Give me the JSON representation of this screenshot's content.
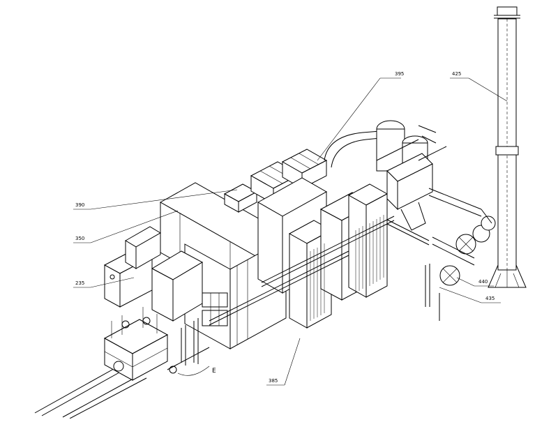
{
  "drawing": {
    "callouts": [
      {
        "id": "395",
        "label": "395"
      },
      {
        "id": "425",
        "label": "425"
      },
      {
        "id": "390",
        "label": "390"
      },
      {
        "id": "350",
        "label": "350"
      },
      {
        "id": "235",
        "label": "235"
      },
      {
        "id": "440",
        "label": "440"
      },
      {
        "id": "435",
        "label": "435"
      },
      {
        "id": "385",
        "label": "385"
      }
    ],
    "detail_marker": "E",
    "colors": {
      "line": "#000000",
      "background": "#ffffff"
    }
  }
}
